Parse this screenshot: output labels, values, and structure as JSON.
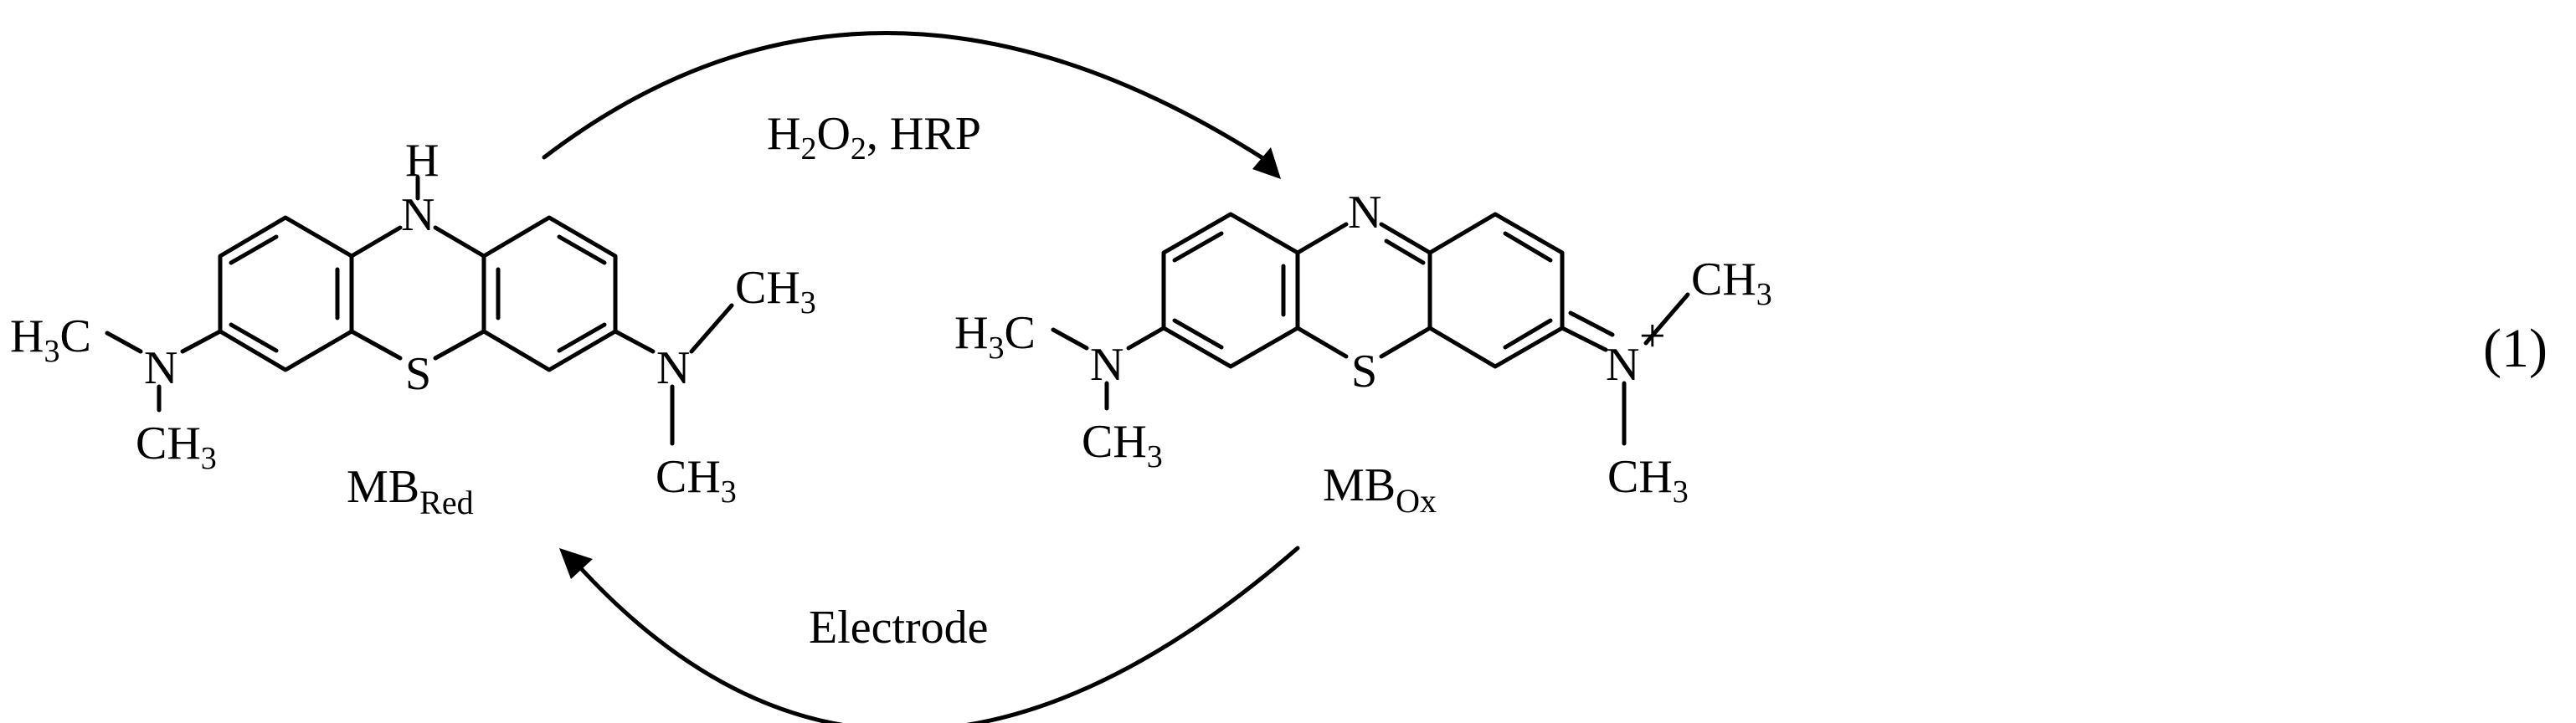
{
  "reaction": {
    "reagents_top": {
      "p1": "H",
      "p2": "2",
      "p3": "O",
      "p4": "2",
      "p5": ", HRP"
    },
    "reagents_bottom": "Electrode",
    "equation_number": "(1)"
  },
  "mb_red": {
    "label_main": "MB",
    "label_sub": "Red",
    "nh_n": "N",
    "nh_h": "H",
    "s": "S",
    "left_group": {
      "h": "H",
      "sub3": "3",
      "c": "C"
    },
    "left_n": "N",
    "left_bottom": {
      "ch": "CH",
      "sub3": "3"
    },
    "right_n": "N",
    "right_top": {
      "ch": "CH",
      "sub3": "3"
    },
    "right_bottom": {
      "ch": "CH",
      "sub3": "3"
    }
  },
  "mb_ox": {
    "label_main": "MB",
    "label_sub": "Ox",
    "ring_n": "N",
    "s": "S",
    "left_group": {
      "h": "H",
      "sub3": "3",
      "c": "C"
    },
    "left_n": "N",
    "left_bottom": {
      "ch": "CH",
      "sub3": "3"
    },
    "right_n": "N",
    "charge": "+",
    "right_top": {
      "ch": "CH",
      "sub3": "3"
    },
    "right_bottom": {
      "ch": "CH",
      "sub3": "3"
    }
  }
}
